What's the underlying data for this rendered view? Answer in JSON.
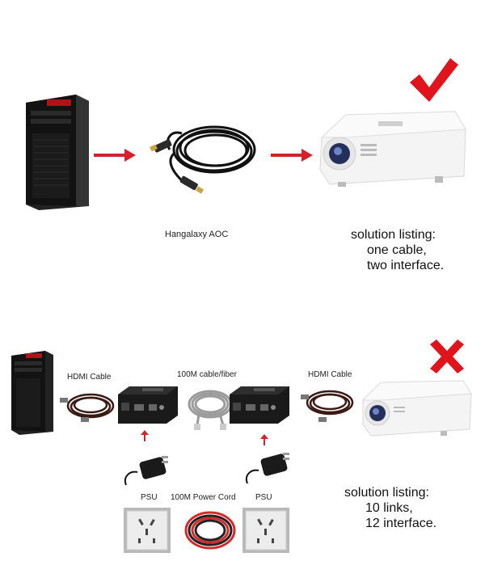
{
  "top": {
    "cable_label": "Hangalaxy AOC",
    "solution": {
      "heading": "solution listing:",
      "line1": "one cable,",
      "line2": "two interface."
    },
    "result_icon": "check-mark-icon",
    "result_color": "#e0141c",
    "arrow_color": "#d2232a"
  },
  "bottom": {
    "hdmi_left_label": "HDMI Cable",
    "middle_cable_label": "100M cable/fiber",
    "hdmi_right_label": "HDMI Cable",
    "psu_left_label": "PSU",
    "power_cord_label": "100M Power Cord",
    "psu_right_label": "PSU",
    "solution": {
      "heading": "solution listing:",
      "line1": "10 links,",
      "line2": "12 interface."
    },
    "result_icon": "cross-mark-icon",
    "result_color": "#e0141c"
  }
}
